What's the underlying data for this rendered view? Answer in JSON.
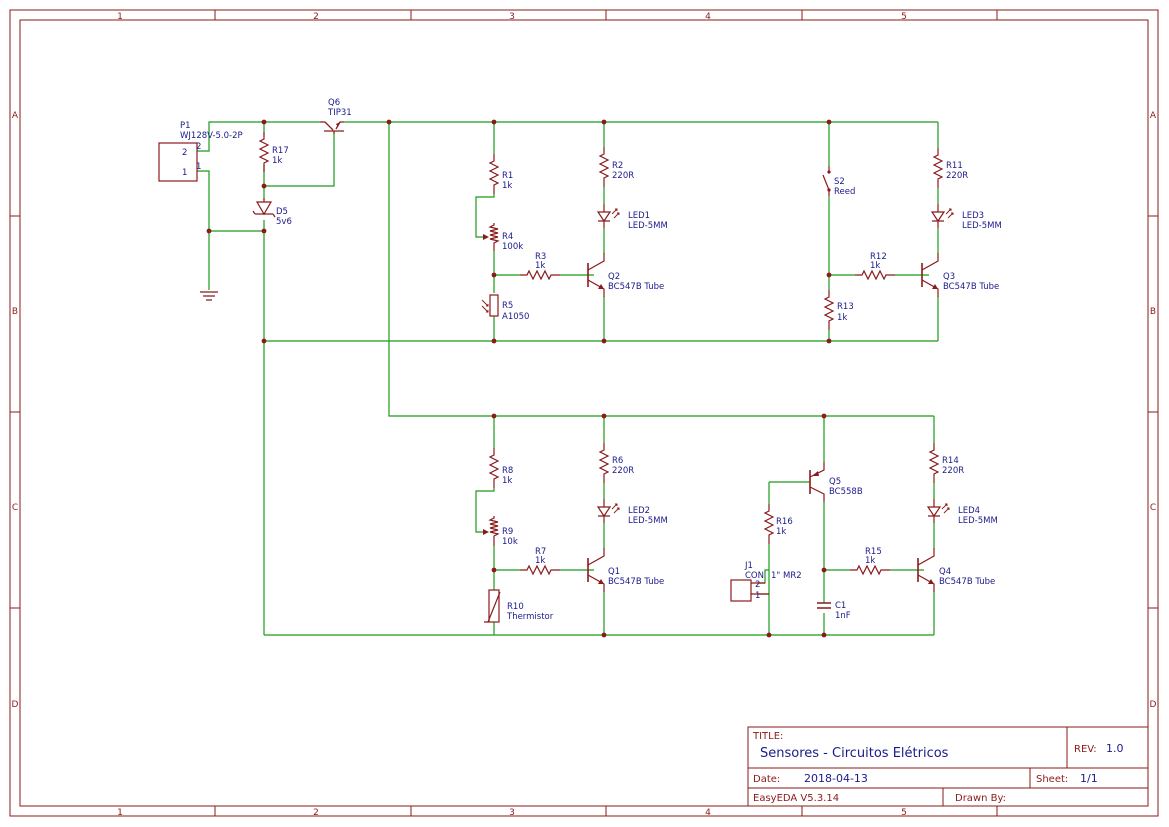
{
  "frame": {
    "columns": [
      "1",
      "2",
      "3",
      "4",
      "5"
    ],
    "rows": [
      "A",
      "B",
      "C",
      "D"
    ]
  },
  "title_block": {
    "title_label": "TITLE:",
    "title": "Sensores - Circuitos Elétricos",
    "rev_label": "REV:",
    "rev": "1.0",
    "date_label": "Date:",
    "date": "2018-04-13",
    "sheet_label": "Sheet:",
    "sheet": "1/1",
    "tool": "EasyEDA V5.3.14",
    "drawn_by_label": "Drawn By:"
  },
  "components": {
    "p1": {
      "ref": "P1",
      "value": "WJ128V-5.0-2P",
      "pin2": "2",
      "pin1": "1"
    },
    "r17": {
      "ref": "R17",
      "value": "1k"
    },
    "d5": {
      "ref": "D5",
      "value": "5v6"
    },
    "q6": {
      "ref": "Q6",
      "value": "TIP31"
    },
    "r1": {
      "ref": "R1",
      "value": "1k"
    },
    "r4": {
      "ref": "R4",
      "value": "100k"
    },
    "r3": {
      "ref": "R3",
      "value": "1k"
    },
    "r5": {
      "ref": "R5",
      "value": "A1050"
    },
    "r2": {
      "ref": "R2",
      "value": "220R"
    },
    "led1": {
      "ref": "LED1",
      "value": "LED-5MM"
    },
    "q2": {
      "ref": "Q2",
      "value": "BC547B Tube"
    },
    "s2": {
      "ref": "S2",
      "value": "Reed"
    },
    "r12": {
      "ref": "R12",
      "value": "1k"
    },
    "r13": {
      "ref": "R13",
      "value": "1k"
    },
    "r11": {
      "ref": "R11",
      "value": "220R"
    },
    "led3": {
      "ref": "LED3",
      "value": "LED-5MM"
    },
    "q3": {
      "ref": "Q3",
      "value": "BC547B Tube"
    },
    "r8": {
      "ref": "R8",
      "value": "1k"
    },
    "r9": {
      "ref": "R9",
      "value": "10k"
    },
    "r7": {
      "ref": "R7",
      "value": "1k"
    },
    "r10": {
      "ref": "R10",
      "value": "Thermistor"
    },
    "r6": {
      "ref": "R6",
      "value": "220R"
    },
    "led2": {
      "ref": "LED2",
      "value": "LED-5MM"
    },
    "q1": {
      "ref": "Q1",
      "value": "BC547B Tube"
    },
    "q5": {
      "ref": "Q5",
      "value": "BC558B"
    },
    "r16": {
      "ref": "R16",
      "value": "1k"
    },
    "j1": {
      "ref": "J1",
      "value": "CON",
      "extra": "1\" MR2",
      "pin2": "2",
      "pin1": "1"
    },
    "c1": {
      "ref": "C1",
      "value": "1nF"
    },
    "r15": {
      "ref": "R15",
      "value": "1k"
    },
    "r14": {
      "ref": "R14",
      "value": "220R"
    },
    "led4": {
      "ref": "LED4",
      "value": "LED-5MM"
    },
    "q4": {
      "ref": "Q4",
      "value": "BC547B Tube"
    }
  },
  "colors": {
    "frame": "#8b1a1a",
    "wire": "#1a9b1a",
    "label": "#1a1a8b"
  }
}
